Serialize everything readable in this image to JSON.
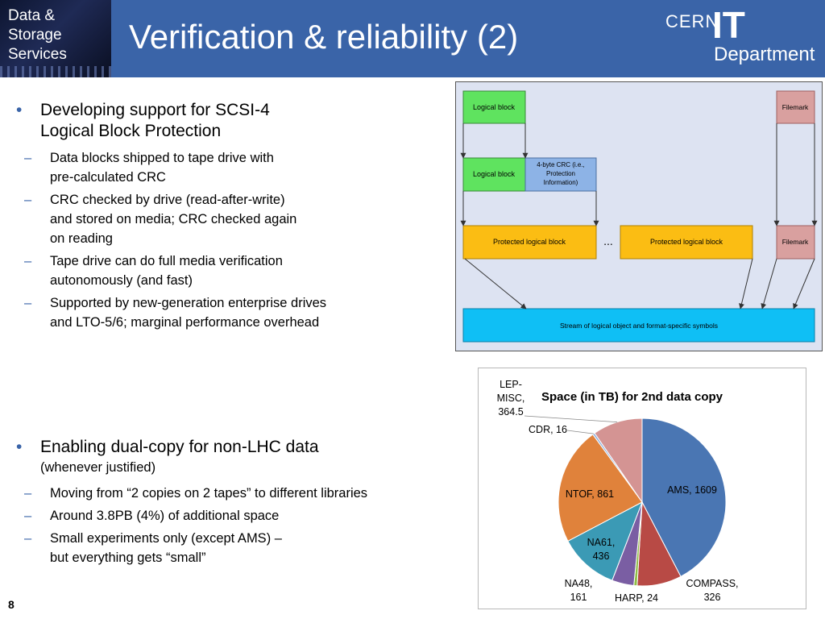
{
  "corner": {
    "lines": [
      "Data &",
      "Storage",
      "Services"
    ]
  },
  "title": "Verification & reliability (2)",
  "logo": {
    "cern": "CERN",
    "it": "IT",
    "department": "Department"
  },
  "bullets": [
    {
      "lines": [
        "Developing support for SCSI-4",
        "Logical Block Protection"
      ],
      "subs": [
        {
          "lines": [
            "Data blocks shipped to tape drive with",
            "pre-calculated CRC"
          ]
        },
        {
          "lines": [
            "CRC checked by drive (read-after-write)",
            "and stored on media; CRC checked again",
            "on reading"
          ]
        },
        {
          "lines": [
            "Tape drive can do full media verification",
            "autonomously (and fast)"
          ]
        },
        {
          "lines": [
            "Supported by new-generation enterprise drives",
            "and LTO-5/6; marginal performance overhead"
          ]
        }
      ]
    },
    {
      "lines": [
        "Enabling dual-copy for non-LHC data"
      ],
      "note": "(whenever justified)",
      "subs": [
        {
          "lines": [
            "Moving from “2 copies on 2 tapes” to different libraries"
          ]
        },
        {
          "lines": [
            "Around 3.8PB (4%) of additional space"
          ]
        },
        {
          "lines": [
            "Small experiments only (except AMS) –",
            "but everything gets “small”"
          ]
        }
      ]
    }
  ],
  "diagram": {
    "logical_block": "Logical block",
    "filemark": "Filemark",
    "crc_lines": [
      "4-byte CRC (i.e.,",
      "Protection",
      "Information)"
    ],
    "protected_logical_block": "Protected logical block",
    "ellipsis": "...",
    "stream": "Stream of logical object and format-specific symbols",
    "colors": {
      "green": "#5fe35f",
      "pink": "#d9a09f",
      "blue": "#8db3e6",
      "orange": "#fbbd13",
      "cyan": "#0fbff5",
      "panel": "#dde3f2"
    }
  },
  "chart_data": {
    "type": "pie",
    "title": "Space (in TB) for 2nd data copy",
    "slices": [
      {
        "label": "AMS, 1609",
        "value": 1609,
        "color": "#4a76b3"
      },
      {
        "label": "COMPASS, 326",
        "value": 326,
        "color": "#b84a45"
      },
      {
        "label": "HARP, 24",
        "value": 24,
        "color": "#8fbe46"
      },
      {
        "label": "NA48, 161",
        "value": 161,
        "color": "#7a5ea3"
      },
      {
        "label": "NA61, 436",
        "value": 436,
        "color": "#3b9ab5"
      },
      {
        "label": "NTOF, 861",
        "value": 861,
        "color": "#e0823b"
      },
      {
        "label": "CDR, 16",
        "value": 16,
        "color": "#8fb0de"
      },
      {
        "label": "LEP-MISC, 364.5",
        "value": 364.5,
        "color": "#d49493"
      }
    ]
  },
  "page_number": "8"
}
